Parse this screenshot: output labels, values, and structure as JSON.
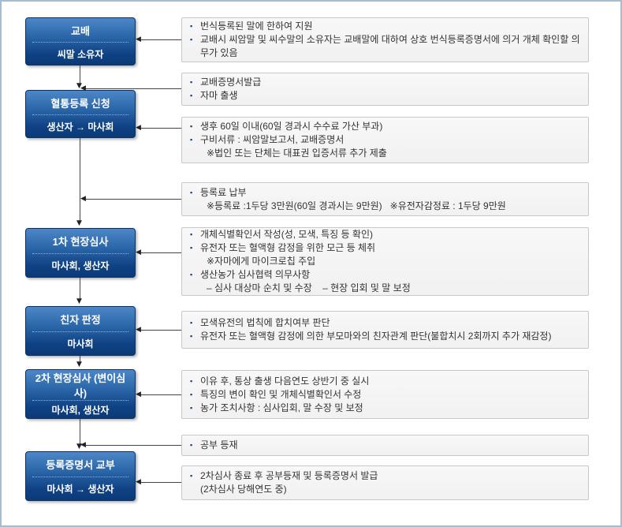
{
  "icons": {
    "bullet": "▪",
    "arrow_down": "▼",
    "arrow_left": "◀"
  },
  "colors": {
    "step_gradient_top": "#4d87c7",
    "step_gradient_bottom": "#0b3a77",
    "step_border": "#0a3168",
    "note_bg": "#f5f5f5",
    "note_border": "#c8c8c8",
    "connector": "#444444",
    "page_border": "#a7bccf",
    "text": "#333333"
  },
  "steps": [
    {
      "title": "교배",
      "subtitle": "씨말 소유자"
    },
    {
      "title": "혈통등록 신청",
      "subtitle": "생산자 → 마사회"
    },
    {
      "title": "1차 현장심사",
      "subtitle": "마사회, 생산자"
    },
    {
      "title": "친자 판정",
      "subtitle": "마사회"
    },
    {
      "title": "2차 현장심사 (변이심사)",
      "subtitle": "마사회, 생산자"
    },
    {
      "title": "등록증명서 교부",
      "subtitle": "마사회 → 생산자"
    }
  ],
  "notes": [
    {
      "lines": [
        {
          "text": "번식등록된 말에 한하여 지원"
        },
        {
          "text": "교배시 씨암말 및 씨수말의 소유자는 교배말에 대하여 상호 번식등록증명서에 의거 개체 확인할 의무가 있음"
        }
      ]
    },
    {
      "lines": [
        {
          "text": "교배증명서발급"
        },
        {
          "text": "자마 출생"
        }
      ]
    },
    {
      "lines": [
        {
          "text": "생후 60일 이내(60일 경과시 수수료 가산 부과)"
        },
        {
          "text": "구비서류 : 씨암말보고서, 교배증명서"
        },
        {
          "text": "※법인 또는 단체는 대표권 입증서류 추가 제출"
        }
      ]
    },
    {
      "lines": [
        {
          "text": "등록료 납부"
        },
        {
          "text": "※등록료 :1두당 3만원(60일 경과시는 9만원)   ※유전자감정료 : 1두당 9만원"
        }
      ]
    },
    {
      "lines": [
        {
          "text": "개체식별확인서 작성(성, 모색, 특징 등 확인)"
        },
        {
          "text": "유전자 또는 혈액형 감정을 위한 모근 등 체취"
        },
        {
          "text": "※자마에게 마이크로칩 주입"
        },
        {
          "text": "생산농가 심사협력 의무사항"
        },
        {
          "text": "– 심사 대상마 순치 및 수장    – 현장 입회 및 말 보정"
        }
      ]
    },
    {
      "lines": [
        {
          "text": "모색유전의 법칙에 합치여부 판단"
        },
        {
          "text": "유전자 또는 혈액형 감정에 의한 부모마와의 친자관계 판단(불합치시 2회까지 추가 재감정)"
        }
      ]
    },
    {
      "lines": [
        {
          "text": "이유 후, 통상 출생 다음연도 상반기 중 실시"
        },
        {
          "text": "특징의 변이 확인 및 개체식별확인서 수정"
        },
        {
          "text": "농가 조치사항 : 심사입회, 말 수장 및 보정"
        }
      ]
    },
    {
      "lines": [
        {
          "text": "공부 등재"
        }
      ]
    },
    {
      "lines": [
        {
          "text": "2차심사 종료 후 공부등재 및 등록증명서 발급"
        },
        {
          "text": "(2차심사 당해연도 중)"
        }
      ]
    }
  ]
}
